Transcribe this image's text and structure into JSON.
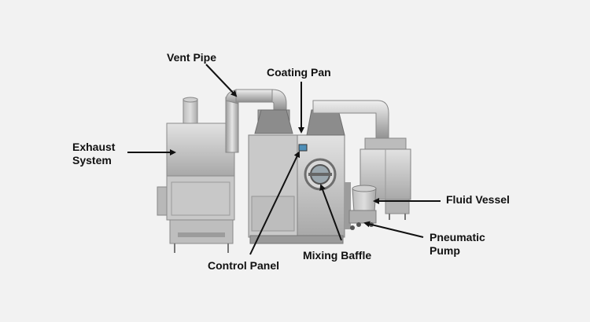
{
  "labels": {
    "vent_pipe": "Vent Pipe",
    "coating_pan": "Coating Pan",
    "exhaust_system": [
      "Exhaust",
      "System"
    ],
    "fluid_vessel": "Fluid Vessel",
    "pneumatic_pump": [
      "Pneumatic",
      "Pump"
    ],
    "control_panel": "Control Panel",
    "mixing_baffle": "Mixing Baffle"
  },
  "colors": {
    "background": "#f2f2f2",
    "steel_light": "#d4d4d4",
    "steel_dark": "#8a8a8a",
    "arrow": "#111111"
  }
}
